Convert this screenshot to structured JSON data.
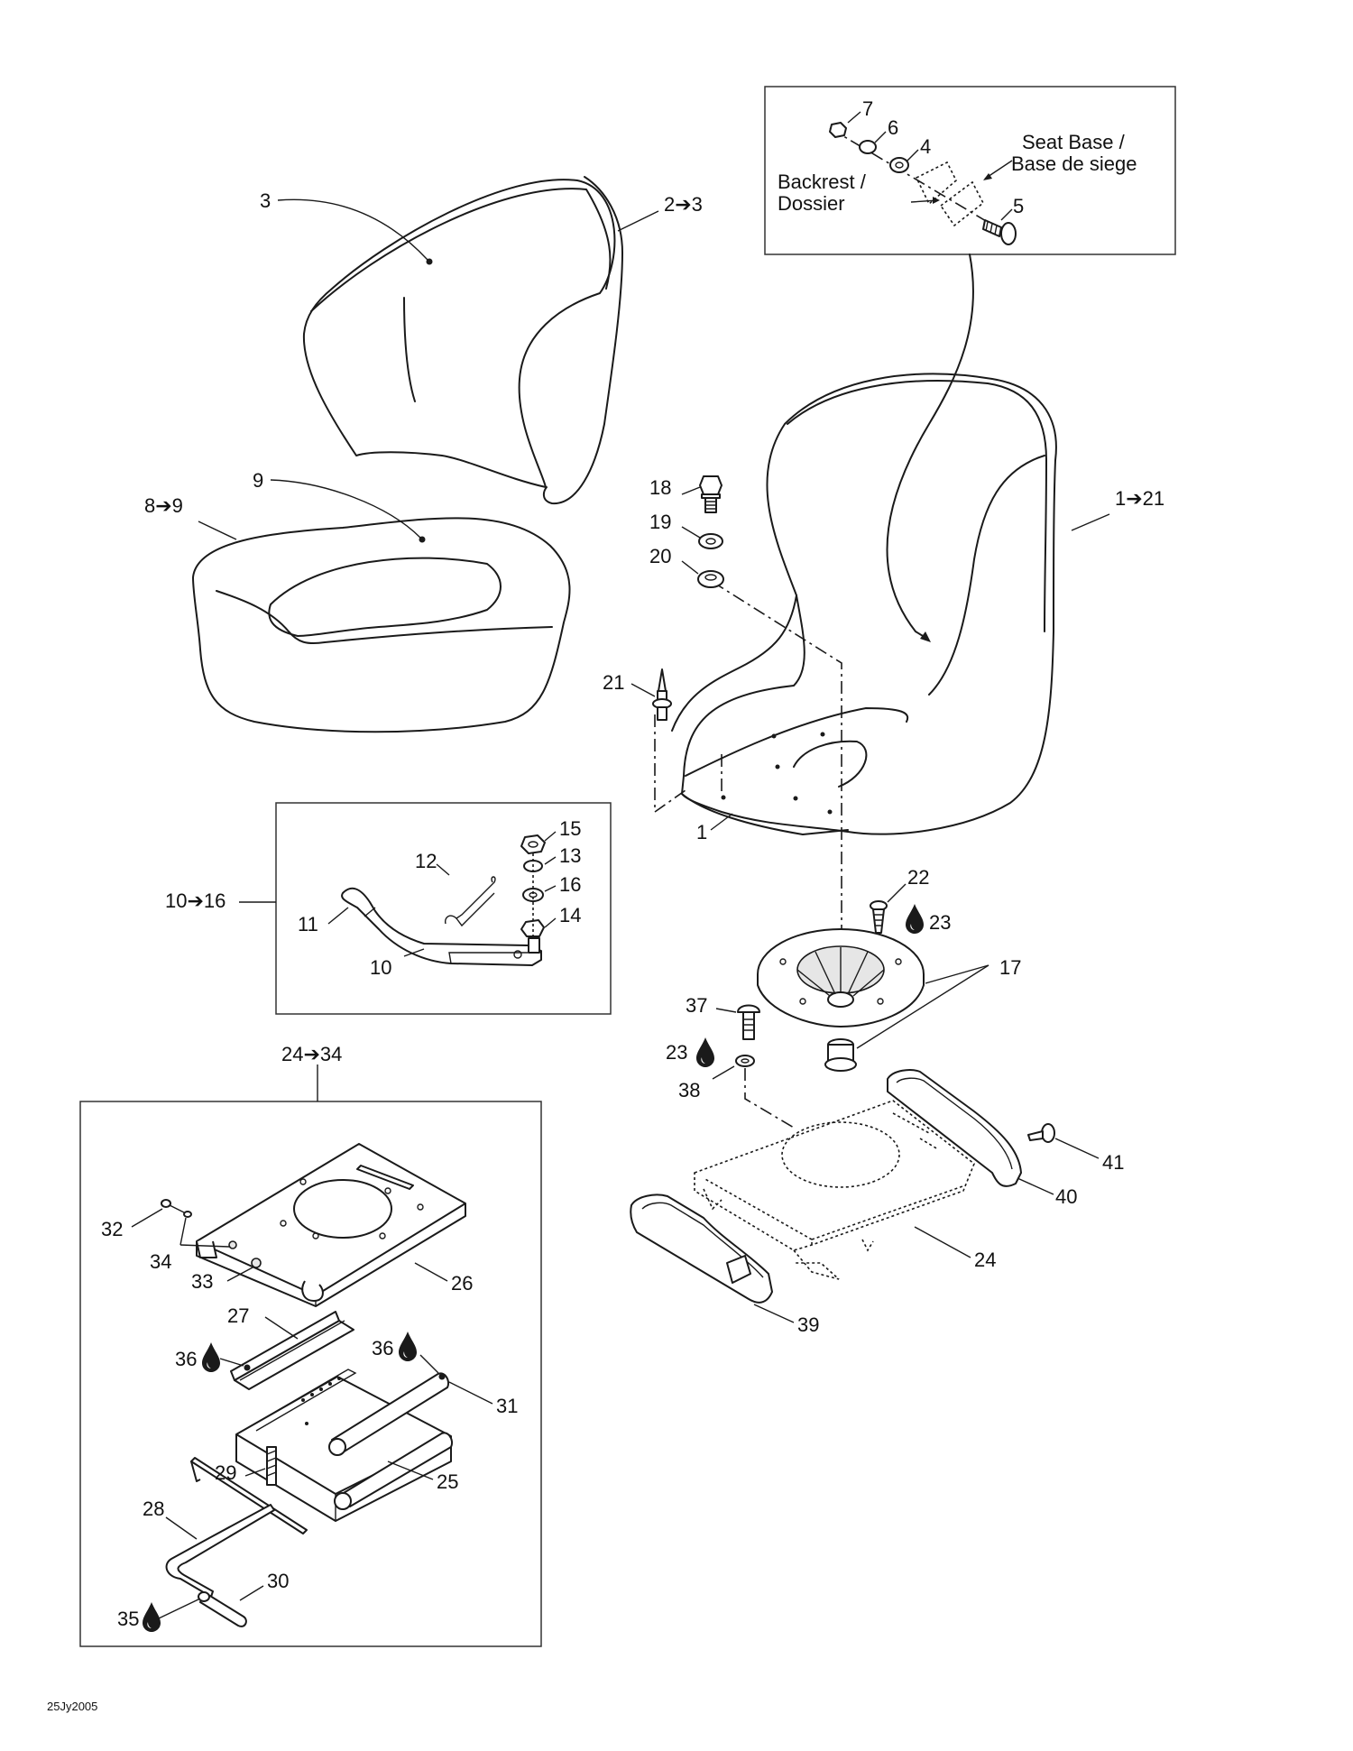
{
  "labels": {
    "l1": "1",
    "l1_21": "1➔21",
    "l2_3": "2➔3",
    "l3": "3",
    "l4": "4",
    "l5": "5",
    "l6": "6",
    "l7": "7",
    "l8_9": "8➔9",
    "l9": "9",
    "l10": "10",
    "l10_16": "10➔16",
    "l11": "11",
    "l12": "12",
    "l13": "13",
    "l14": "14",
    "l15": "15",
    "l16": "16",
    "l17": "17",
    "l18": "18",
    "l19": "19",
    "l20": "20",
    "l21": "21",
    "l22": "22",
    "l23a": "23",
    "l23b": "23",
    "l24": "24",
    "l24_34": "24➔34",
    "l25": "25",
    "l26": "26",
    "l27": "27",
    "l28": "28",
    "l29": "29",
    "l30": "30",
    "l31": "31",
    "l32": "32",
    "l33": "33",
    "l34": "34",
    "l35": "35",
    "l36a": "36",
    "l36b": "36",
    "l37": "37",
    "l38": "38",
    "l39": "39",
    "l40": "40",
    "l41": "41"
  },
  "inset": {
    "seat_base_line1": "Seat Base /",
    "seat_base_line2": "Base de siege",
    "backrest_line1": "Backrest /",
    "backrest_line2": "Dossier"
  },
  "footer": {
    "date_code": "25Jy2005"
  },
  "icons": {
    "adhesive": "drop-icon"
  }
}
